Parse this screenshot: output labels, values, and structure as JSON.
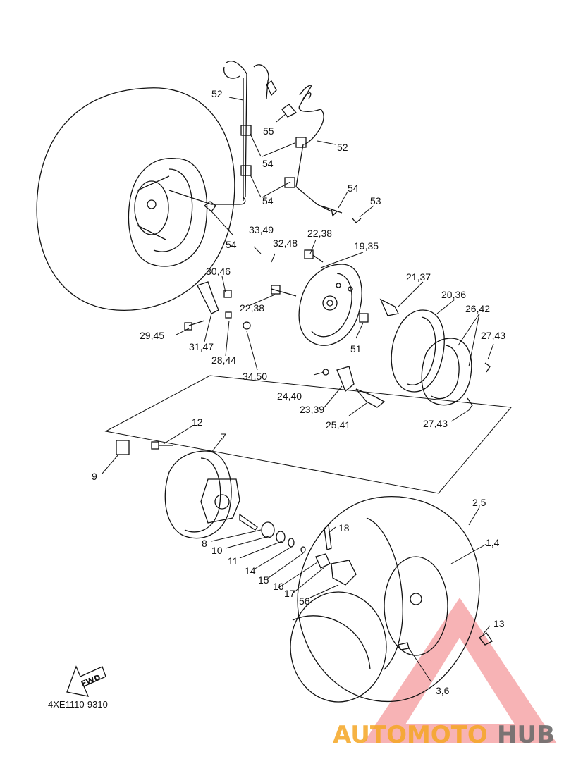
{
  "diagram_code": "4XE1110-9310",
  "fwd_label": "FWD",
  "watermark": {
    "part1": "AUTOMOTO",
    "part2": "HUB",
    "color1": "#f5a623",
    "color2": "#6b6b6b",
    "triangle_color": "#e8262a"
  },
  "callouts": [
    "52",
    "55",
    "52",
    "54",
    "54",
    "54",
    "53",
    "54",
    "33,49",
    "22,38",
    "32,48",
    "19,35",
    "30,46",
    "21,37",
    "20,36",
    "26,42",
    "22,38",
    "27,43",
    "29,45",
    "31,47",
    "51",
    "28,44",
    "34,50",
    "24,40",
    "23,39",
    "25,41",
    "27,43",
    "12",
    "7",
    "9",
    "2,5",
    "18",
    "1,4",
    "8",
    "10",
    "11",
    "14",
    "15",
    "16",
    "17",
    "56",
    "13",
    "3,6"
  ]
}
